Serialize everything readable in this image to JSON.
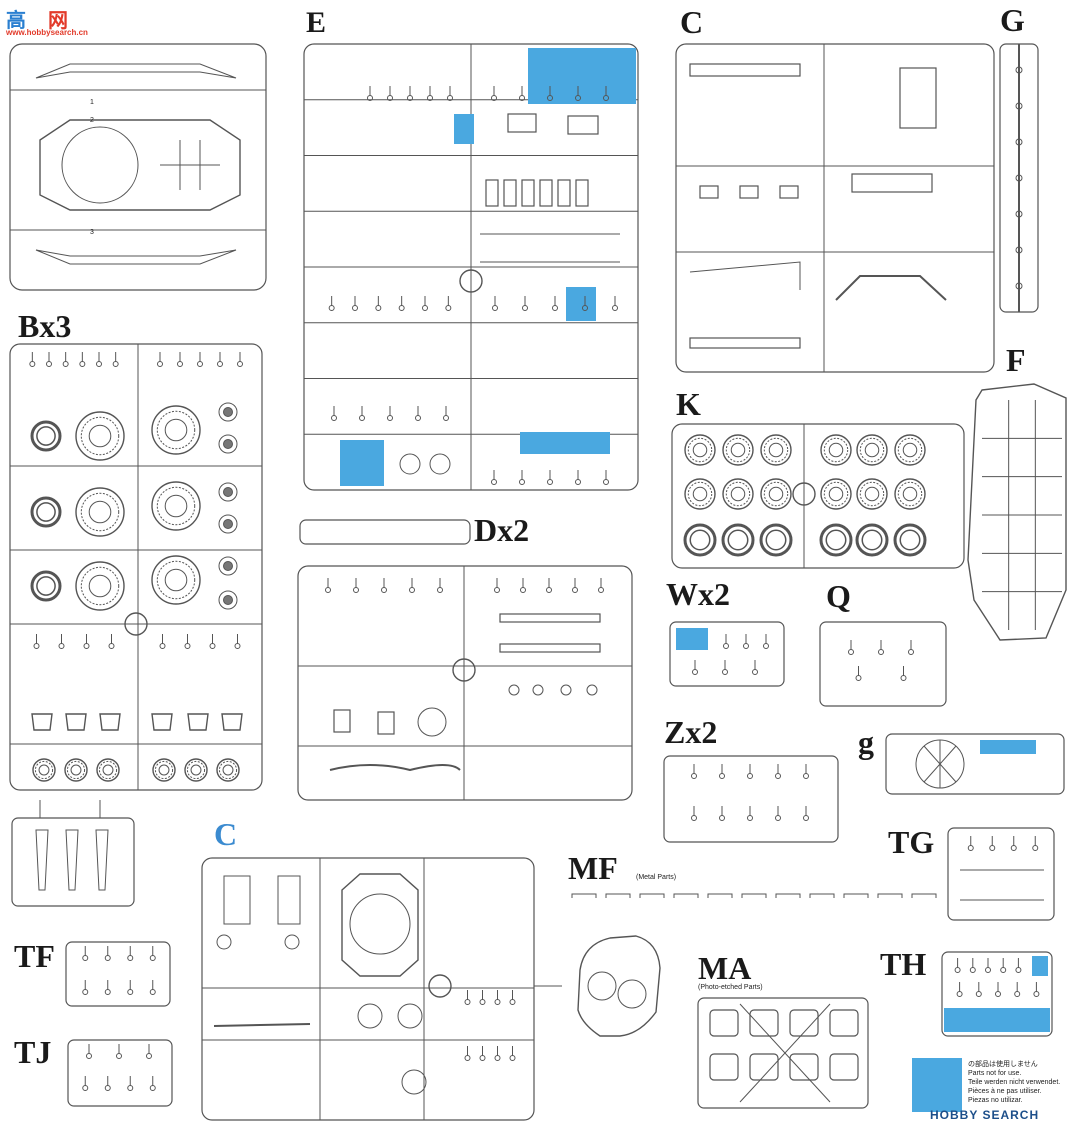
{
  "watermark_top": {
    "hanzi": "高",
    "site": "网",
    "url": "www.hobbysearch.cn"
  },
  "labels": {
    "E": "E",
    "C_top": "C",
    "G": "G",
    "Bx3": "Bx3",
    "F": "F",
    "K": "K",
    "Dx2": "Dx2",
    "Wx2": "Wx2",
    "Q": "Q",
    "Zx2": "Zx2",
    "g": "g",
    "C_blue": "C",
    "MF": "MF",
    "MF_note": "(Metal Parts)",
    "TG": "TG",
    "TF": "TF",
    "MA": "MA",
    "MA_note": "(Photo-etched Parts)",
    "TH": "TH",
    "TJ": "TJ"
  },
  "legend": {
    "color": "#4aa8e0",
    "lines": [
      "の部品は使用しません",
      "Parts not for use.",
      "Teile werden nicht verwendet.",
      "Pièces à ne pas utiliser.",
      "Piezas no utilizar."
    ]
  },
  "watermark_bottom": "HOBBY SEARCH",
  "colors": {
    "line": "#555555",
    "unused": "#4aa8e0",
    "ink": "#1a1a1a"
  }
}
